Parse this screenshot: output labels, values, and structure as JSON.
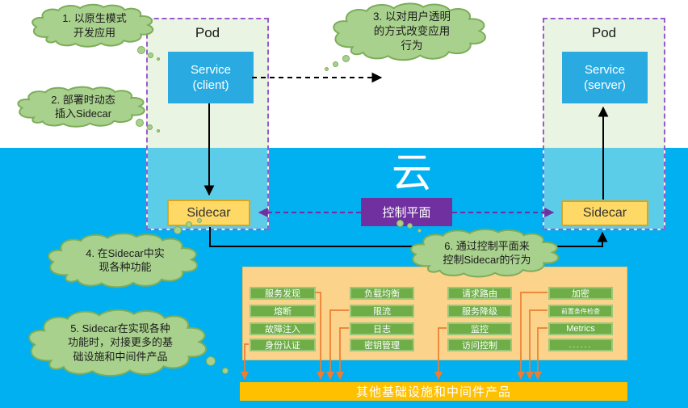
{
  "zone": {
    "label": "云"
  },
  "pods": {
    "left": {
      "label": "Pod",
      "service": "Service\n(client)"
    },
    "right": {
      "label": "Pod",
      "service": "Service\n(server)"
    }
  },
  "sidecars": {
    "left": "Sidecar",
    "right": "Sidecar"
  },
  "control_plane": {
    "label": "控制平面"
  },
  "annotations": [
    {
      "text": "1. 以原生模式\n开发应用"
    },
    {
      "text": "2. 部署时动态\n插入Sidecar"
    },
    {
      "text": "3. 以对用户透明\n的方式改变应用\n行为"
    },
    {
      "text": "4. 在Sidecar中实\n现各种功能"
    },
    {
      "text": "5. Sidecar在实现各种\n功能时，对接更多的基\n础设施和中间件产品"
    },
    {
      "text": "6. 通过控制平面来\n控制Sidecar的行为"
    }
  ],
  "panel": {
    "cols": [
      [
        "服务发现",
        "熔断",
        "故障注入",
        "身份认证"
      ],
      [
        "负载均衡",
        "限流",
        "日志",
        "密钥管理"
      ],
      [
        "请求路由",
        "服务降级",
        "监控",
        "访问控制"
      ],
      [
        "加密",
        "前置条件检查",
        "Metrics",
        "......"
      ]
    ]
  },
  "bottom_bar": {
    "label": "其他基础设施和中间件产品"
  },
  "colors": {
    "background_blue": "#00B0F0",
    "pod_fill_upper": "#EAF4E3",
    "pod_fill_lower": "#5CCDE9",
    "pod_border_purple": "#9B59D0",
    "service_blue": "#29ABE2",
    "sidecar_fill": "#FFD966",
    "sidecar_border": "#D9A521",
    "control_plane_purple": "#7030A0",
    "cloud_fill": "#A9D18E",
    "cloud_stroke": "#7CAD59",
    "feature_green": "#6FAD47",
    "panel_orange": "#FBD38B",
    "bar_yellow": "#FFC000",
    "connector_orange": "#ED7D31"
  }
}
